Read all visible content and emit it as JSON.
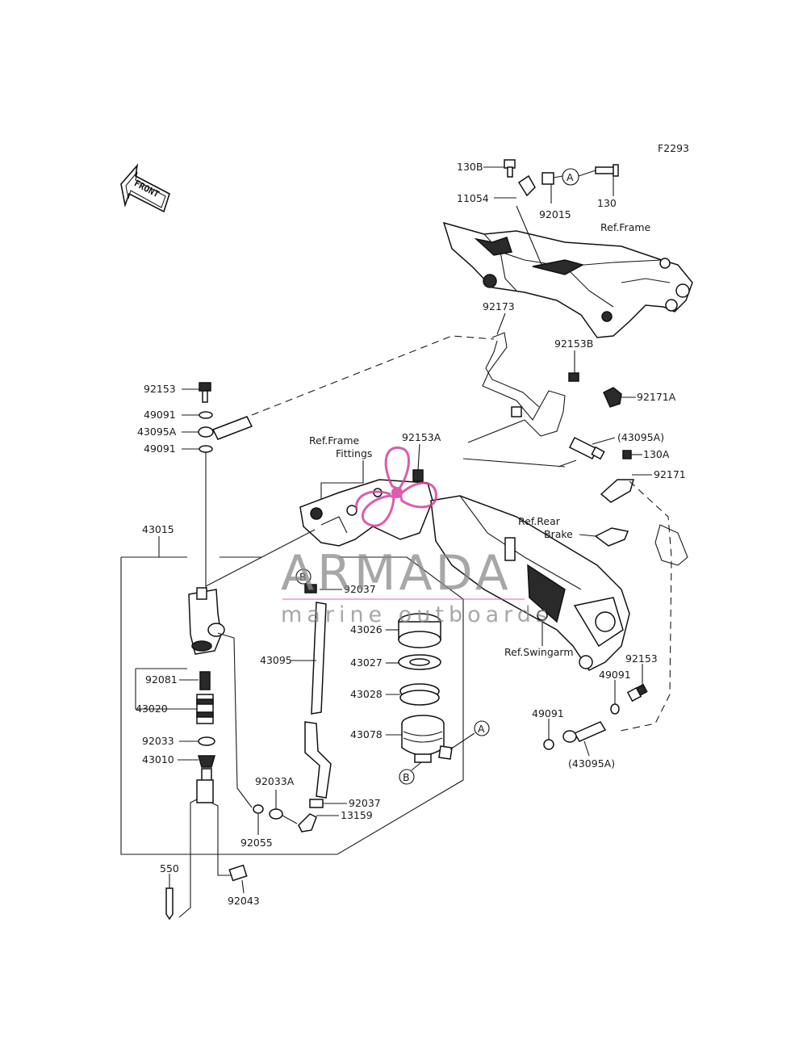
{
  "figure_code": "F2293",
  "front_arrow": "FRONT",
  "watermark": {
    "brand": "ARMADA",
    "tagline": "marine outboards",
    "logo_color": "#d6409f"
  },
  "refs": {
    "frame": "Ref.Frame",
    "frame_fittings_1": "Ref.Frame",
    "frame_fittings_2": "Fittings",
    "rear_brake_1": "Ref.Rear",
    "rear_brake_2": "Brake",
    "swingarm": "Ref.Swingarm"
  },
  "callouts": {
    "a": "A",
    "b": "B"
  },
  "parts": {
    "p130b": "130B",
    "p130": "130",
    "p11054": "11054",
    "p92015": "92015",
    "p92173": "92173",
    "p92153b": "92153B",
    "p92171a": "92171A",
    "p43095a_paren_top": "(43095A)",
    "p130a": "130A",
    "p92171": "92171",
    "p92153_left": "92153",
    "p49091_left_top": "49091",
    "p43095a_left": "43095A",
    "p49091_left_bottom": "49091",
    "p92153a": "92153A",
    "p43015": "43015",
    "p92037_top": "92037",
    "p43026": "43026",
    "p43095": "43095",
    "p43027": "43027",
    "p43028": "43028",
    "p92081": "92081",
    "p43020": "43020",
    "p92033": "92033",
    "p43078": "43078",
    "p43010": "43010",
    "p92033a": "92033A",
    "p92037_bottom": "92037",
    "p13159": "13159",
    "p92055": "92055",
    "p550": "550",
    "p92043": "92043",
    "p92153_right": "92153",
    "p49091_right_top": "49091",
    "p49091_right_bottom": "49091",
    "p43095a_paren_bottom": "(43095A)"
  }
}
